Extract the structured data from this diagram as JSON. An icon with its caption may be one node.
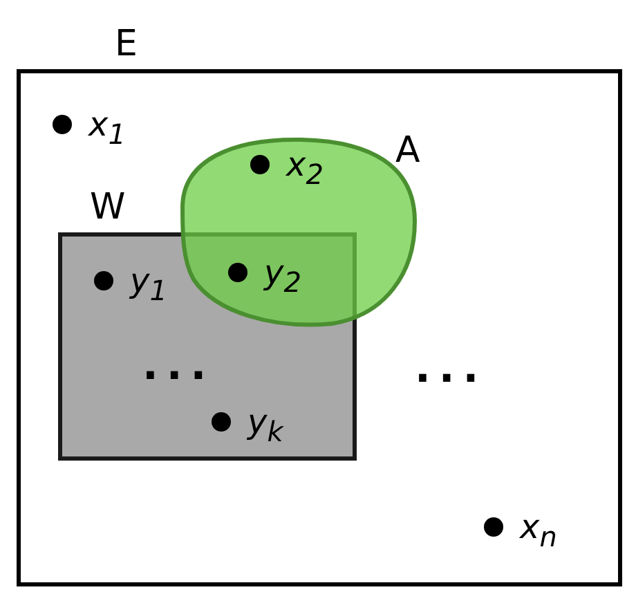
{
  "diagram": {
    "nodes": [
      {
        "text": [
          "E"
        ]
      },
      {
        "text": [
          "x$_{1}$"
        ],
        "in": 0
      },
      {
        "text": [
          "A"
        ],
        "in": 0
      },
      {
        "text": [
          "x$_{2}$"
        ],
        "in": 2
      },
      {
        "text": [
          "W"
        ],
        "in": 0
      },
      {
        "text": [
          "y$_{1}$"
        ],
        "in": 4
      },
      {
        "text": [
          "y$_{2}$"
        ]
      },
      {
        "text": [
          "y$_{k}$"
        ],
        "in": 4
      },
      {
        "text": [
          "x$_{n}$"
        ],
        "in": 0
      }
    ],
    "labels": [
      "...",
      "..."
    ]
  }
}
